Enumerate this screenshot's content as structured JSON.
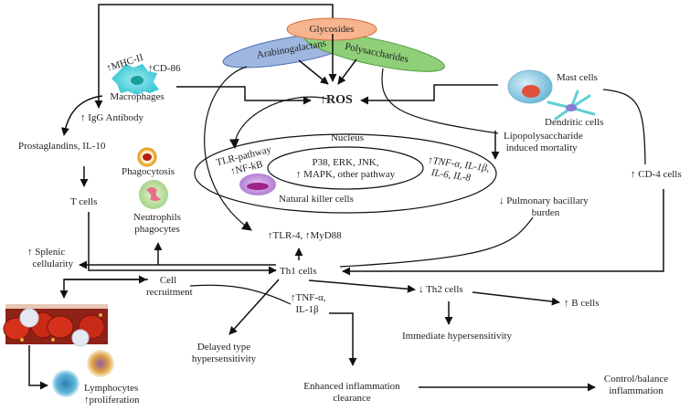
{
  "sources": {
    "glycosides": "Glycosides",
    "arabinogalactans": "Arabinogalactans",
    "polysaccharides": "Polysaccharides"
  },
  "colors": {
    "glycosides_fill": "#f6b48f",
    "arabinogalactans_fill": "#9fb7e0",
    "polysaccharides_fill": "#8fcf78",
    "line": "#111111"
  },
  "nodes": {
    "ros": "ROS",
    "macrophages": "Macrophages",
    "mhc_ii": "MHC-II",
    "cd86": "CD-86",
    "igg_antibody": "IgG Antibody",
    "prostaglandins": "Prostaglandins, IL-10",
    "t_cells": "T cells",
    "phagocytosis": "Phagocytosis",
    "neutrophils_line1": "Neutrophils",
    "neutrophils_line2": "phagocytes",
    "splenic_line1": "Splenic",
    "splenic_line2": "cellularity",
    "mast_cells": "Mast cells",
    "dendritic_cells": "Dendritic cells",
    "lps_line1": "Lipopolysaccharide",
    "lps_line2": "induced mortality",
    "cd4_cells": "CD-4 cells",
    "nucleus": "Nucleus",
    "tlr_pathway": "TLR-pathway",
    "nf_kb": "NF-kB",
    "p38_line1": "P38, ERK, JNK,",
    "p38_line2": "MAPK, other pathway",
    "tnf_line1": "TNF-α, IL-1β,",
    "tnf_line2": "IL-6, IL-8",
    "nk_cells": "Natural killer cells",
    "pulmonary_line1": "Pulmonary bacillary",
    "pulmonary_line2": "burden",
    "tlr4": "TLR-4,",
    "myd88": "MyD88",
    "th1_cells": "Th1 cells",
    "cell_recruitment_line1": "Cell",
    "cell_recruitment_line2": "recruitment",
    "tnf_il1_line1": "TNF-α,",
    "tnf_il1_line2": "IL-1β",
    "th2_cells": "Th2 cells",
    "b_cells": "B cells",
    "immediate_hyper": "Immediate hypersensitivity",
    "delayed_line1": "Delayed type",
    "delayed_line2": "hypersensitivity",
    "enhanced_line1": "Enhanced inflammation",
    "enhanced_line2": "clearance",
    "control_line1": "Control/balance",
    "control_line2": "inflammation",
    "lymph_line1": "Lymphocytes",
    "lymph_line2": "proliferation"
  },
  "icons": {
    "up": "↑",
    "down": "↓"
  }
}
